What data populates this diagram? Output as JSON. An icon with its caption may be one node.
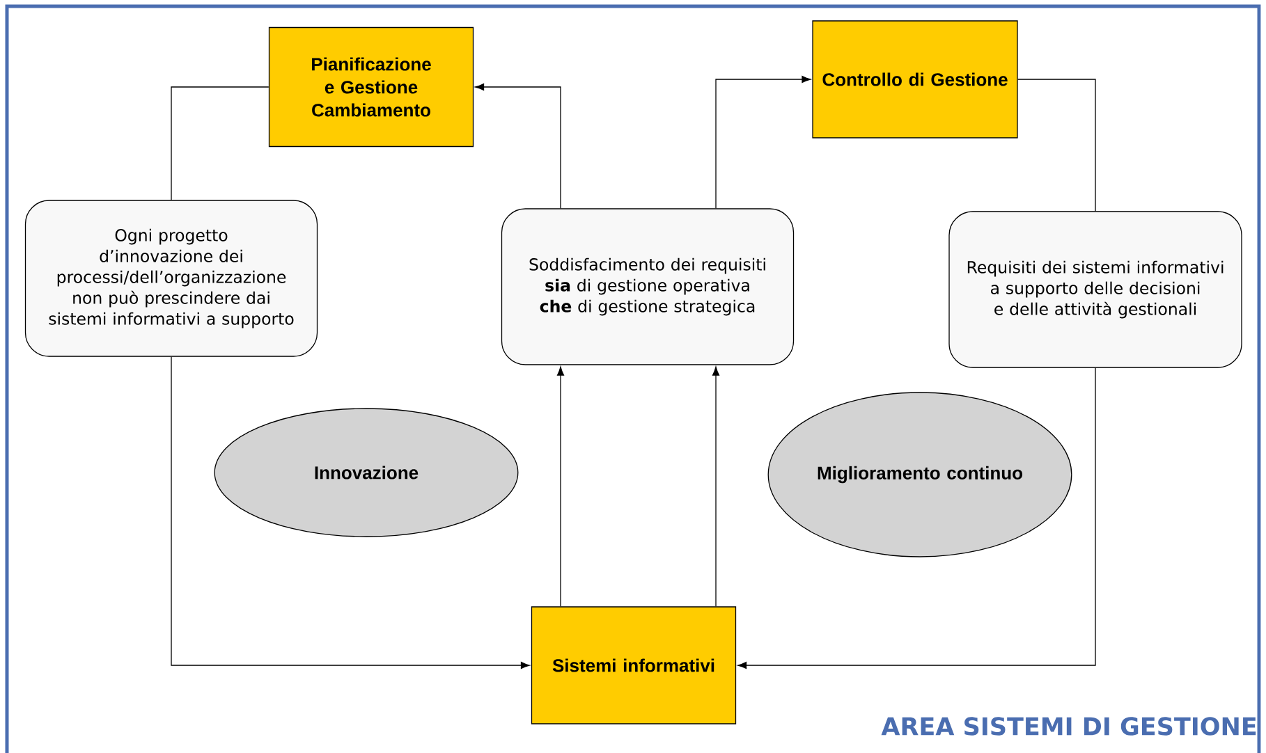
{
  "diagram": {
    "nodes": [
      {
        "text": [
          "Pianificazione e Gestione Cambiamento"
        ]
      },
      {
        "text": [
          "Controllo di Gestione"
        ]
      },
      {
        "text": [
          "Ogni progetto d’innovazione dei processi/dell’organizzazione non può prescindere dai sistemi informativi a supporto"
        ]
      },
      {
        "text": [
          "Soddisfacimento dei requisiti **sia** di gestione operativa **che** di gestione strategica"
        ]
      },
      {
        "text": [
          "Requisiti dei sistemi informativi a supporto delle decisioni e delle attività gestionali"
        ]
      },
      {
        "text": [
          "Innovazione"
        ]
      },
      {
        "text": [
          "Miglioramento continuo"
        ]
      },
      {
        "text": [
          "Sistemi informativi"
        ]
      }
    ],
    "edges": [
      {
        "from": 2,
        "to": 0,
        "arrow": "none"
      },
      {
        "from": 3,
        "to": 0,
        "arrow": "to"
      },
      {
        "from": 3,
        "to": 1,
        "arrow": "to"
      },
      {
        "from": 1,
        "to": 4,
        "arrow": "none"
      },
      {
        "from": 2,
        "to": 7,
        "arrow": "to"
      },
      {
        "from": 4,
        "to": 7,
        "arrow": "to"
      },
      {
        "from": 7,
        "to": 3,
        "arrow": "to"
      },
      {
        "from": 7,
        "to": 3,
        "arrow": "to"
      }
    ],
    "labels": [
      "AREA SISTEMI DI GESTIONE"
    ]
  }
}
